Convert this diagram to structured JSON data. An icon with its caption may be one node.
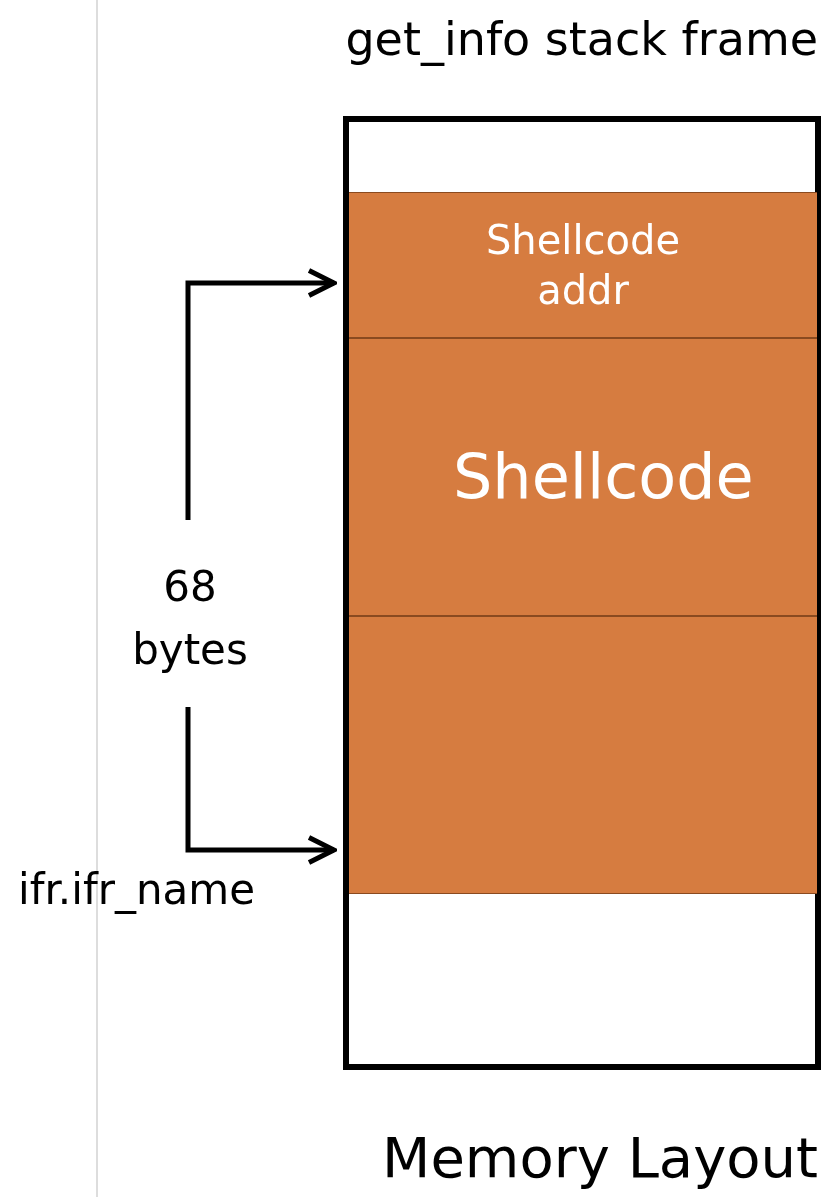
{
  "diagram": {
    "title": "get_info stack frame",
    "caption": "Memory Layout",
    "nodes": [
      {
        "text": [],
        "shape": "box"
      },
      {
        "text": [
          "Shellcode addr"
        ],
        "in": 0
      },
      {
        "text": [
          "Shellcode"
        ],
        "in": 0
      },
      {
        "text": [],
        "shape": "box",
        "in": 0
      }
    ],
    "labels": [
      "68 bytes",
      "ifr.ifr_name"
    ]
  }
}
